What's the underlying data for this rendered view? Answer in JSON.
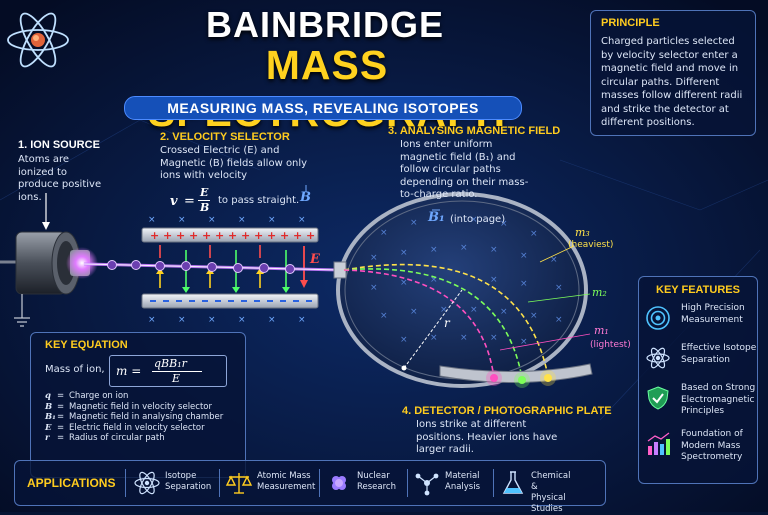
{
  "header": {
    "title_line1": "BAINBRIDGE",
    "title_line2": "MASS SPECTROGRAPH",
    "subtitle": "MEASURING MASS, REVEALING ISOTOPES"
  },
  "principle": {
    "heading": "PRINCIPLE",
    "text": "Charged particles selected by velocity selector enter a magnetic field and move in circular paths. Different masses follow different radii and strike the detector at different positions."
  },
  "ion_source": {
    "heading": "1. ION SOURCE",
    "text": "Atoms are ionized to produce positive ions."
  },
  "velocity_selector": {
    "heading": "2. VELOCITY SELECTOR",
    "text": "Crossed Electric (E) and Magnetic (B) fields allow only ions with velocity",
    "v": "v",
    "eq": "=",
    "num": "E",
    "den": "B",
    "suffix": "to pass straight.",
    "b_label": "B",
    "e_label": "E"
  },
  "analysing_field": {
    "heading": "3. ANALYSING MAGNETIC FIELD",
    "text": "Ions enter uniform magnetic field (B₁) and follow circular paths depending on their mass-to-charge ratio.",
    "b1_label": "B₁",
    "into_page": "(into page)",
    "m3": "m₃",
    "heaviest": "(heaviest)",
    "m2": "m₂",
    "m1": "m₁",
    "lightest": "(lightest)",
    "r": "r"
  },
  "detector": {
    "heading": "4. DETECTOR / PHOTOGRAPHIC PLATE",
    "text": "Ions strike at different positions. Heavier ions have larger radii."
  },
  "key_equation": {
    "heading": "KEY EQUATION",
    "mass_of_ion": "Mass of ion,",
    "lhs": "m =",
    "numerator": "qBB₁r",
    "denominator": "E",
    "vars": [
      {
        "sym": "q",
        "desc": "Charge on ion"
      },
      {
        "sym": "B",
        "desc": "Magnetic field in velocity selector"
      },
      {
        "sym": "B₁",
        "desc": "Magnetic field in analysing chamber"
      },
      {
        "sym": "E",
        "desc": "Electric field in velocity selector"
      },
      {
        "sym": "r",
        "desc": "Radius of circular path"
      }
    ],
    "eq": "="
  },
  "key_features": {
    "heading": "KEY FEATURES",
    "items": [
      {
        "label": "High Precision Measurement",
        "icon": "target-icon"
      },
      {
        "label": "Effective Isotope Separation",
        "icon": "atom-icon"
      },
      {
        "label": "Based on Strong Electromagnetic Principles",
        "icon": "shield-check-icon"
      },
      {
        "label": "Foundation of Modern Mass Spectrometry",
        "icon": "bar-chart-icon"
      }
    ]
  },
  "applications": {
    "heading": "APPLICATIONS",
    "items": [
      {
        "label": "Isotope\nSeparation",
        "icon": "atom-icon"
      },
      {
        "label": "Atomic Mass\nMeasurement",
        "icon": "balance-scale-icon"
      },
      {
        "label": "Nuclear\nResearch",
        "icon": "nucleus-icon"
      },
      {
        "label": "Material\nAnalysis",
        "icon": "molecule-icon"
      },
      {
        "label": "Chemical &\nPhysical Studies",
        "icon": "flask-icon"
      }
    ]
  },
  "colors": {
    "background": "#061433",
    "accent_yellow": "#ffd21f",
    "heading_yellow": "#ffcc1f",
    "banner_blue": "#1550b8",
    "positive_plate": "#d8dde6",
    "beam": "#c77dff",
    "heavy_path": "#ffe24a",
    "mid_path": "#7dff5a",
    "light_path": "#ff4fc0"
  }
}
